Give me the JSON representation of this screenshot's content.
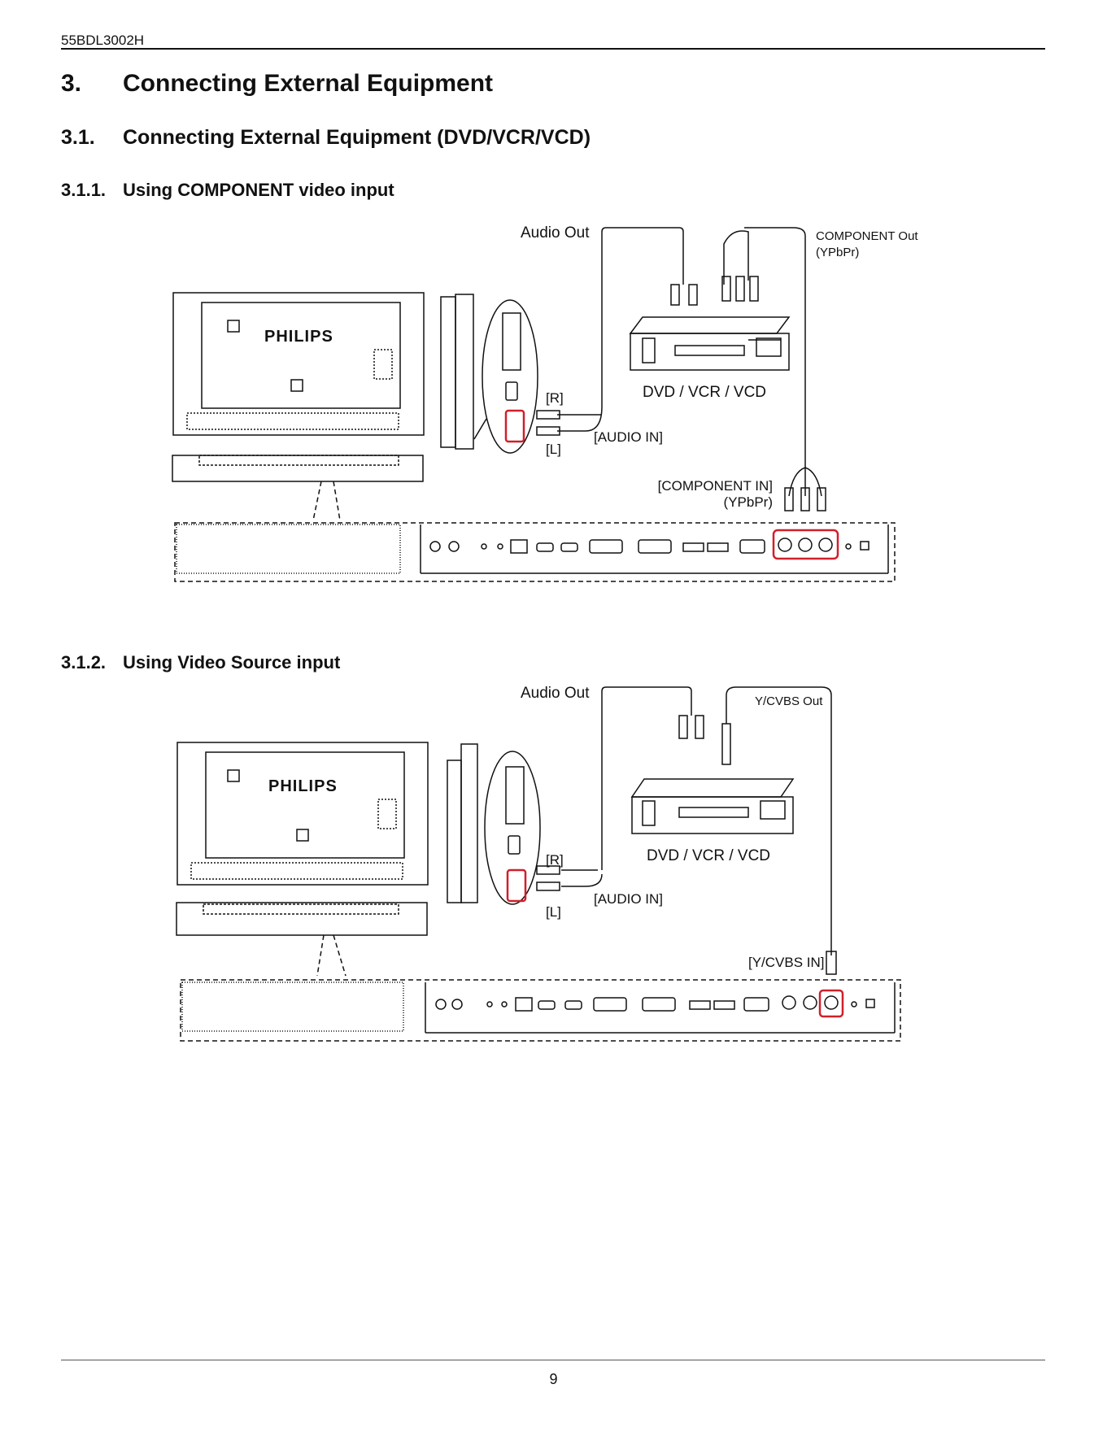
{
  "header": {
    "model": "55BDL3002H"
  },
  "section": {
    "number": "3.",
    "title": "Connecting External Equipment"
  },
  "subsection": {
    "number": "3.1.",
    "title": "Connecting External Equipment (DVD/VCR/VCD)"
  },
  "diagram1": {
    "number": "3.1.1.",
    "title_prefix": "Using ",
    "title_bold": "COMPONENT",
    "title_suffix": " video input",
    "audio_out": "Audio Out",
    "component_out": "COMPONENT Out",
    "ypbpr": "(YPbPr)",
    "device": "DVD / VCR / VCD",
    "brand": "PHILIPS",
    "r_label": "[R]",
    "l_label": "[L]",
    "audio_in": "[AUDIO IN]",
    "component_in": "[COMPONENT IN]",
    "component_in_sub": "(YPbPr)"
  },
  "diagram2": {
    "number": "3.1.2.",
    "title": "Using Video Source input",
    "audio_out": "Audio Out",
    "ycvbs_out": "Y/CVBS Out",
    "device": "DVD / VCR / VCD",
    "brand": "PHILIPS",
    "r_label": "[R]",
    "l_label": "[L]",
    "audio_in": "[AUDIO IN]",
    "ycvbs_in": "[Y/CVBS IN]"
  },
  "footer": {
    "page": "9"
  },
  "colors": {
    "highlight": "#d0202a",
    "line": "#111111"
  }
}
